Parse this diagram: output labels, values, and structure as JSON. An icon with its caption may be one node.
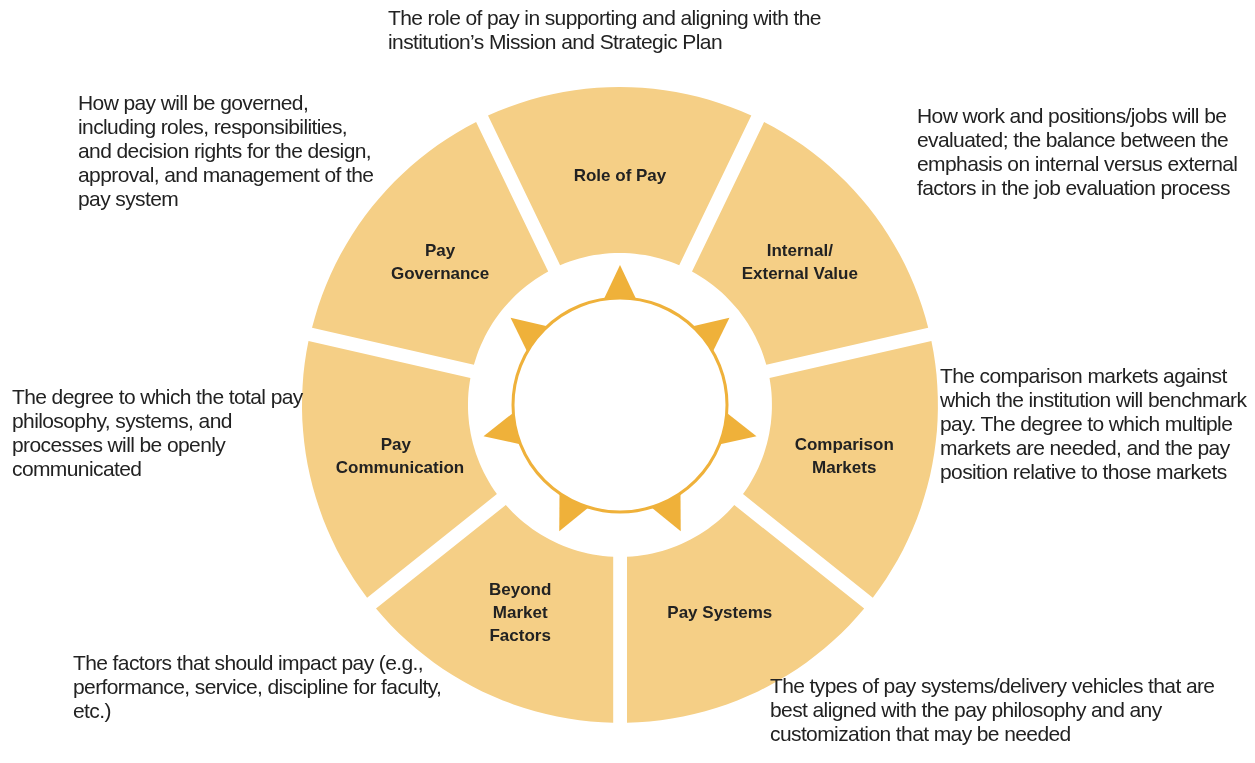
{
  "diagram": {
    "nodes": [
      {
        "text": [
          "Role of Pay"
        ],
        "beside": [
          "The role of pay in supporting and aligning with the institution’s Mission and Strategic Plan"
        ]
      },
      {
        "text": [
          "Internal/ External Value"
        ],
        "beside": [
          "How work and positions/jobs will be evaluated; the balance between the emphasis on internal versus external factors in the job evaluation process"
        ]
      },
      {
        "text": [
          "Comparison Markets"
        ],
        "beside": [
          "The comparison markets against which the institution will benchmark pay. The degree to which multiple markets are needed, and the pay position relative to those markets"
        ]
      },
      {
        "text": [
          "Pay Systems"
        ],
        "beside": [
          "The types of pay systems/delivery vehicles that are best aligned with the pay philosophy and any customization that may be needed"
        ]
      },
      {
        "text": [
          "Beyond Market Factors"
        ],
        "beside": [
          "The factors that should impact pay (e.g., performance, service, discipline for faculty, etc.)"
        ]
      },
      {
        "text": [
          "Pay Communication"
        ],
        "beside": [
          "The degree to which the total pay philosophy, systems, and processes will be openly communicated"
        ]
      },
      {
        "text": [
          "Pay Governance"
        ],
        "beside": [
          "How pay will be governed, including roles, responsibilities, and decision rights for the design, approval, and management of the pay system"
        ]
      }
    ]
  }
}
